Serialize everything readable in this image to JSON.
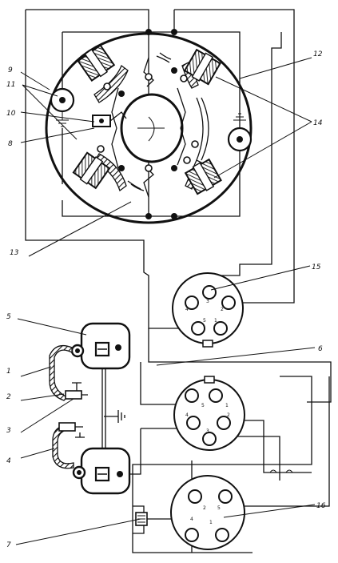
{
  "labels": {
    "l1": "1",
    "l2": "2",
    "l3": "3",
    "l4": "4",
    "l5": "5",
    "l6": "6",
    "l7": "7",
    "l8": "8",
    "l9": "9",
    "l10": "10",
    "l11": "11",
    "l12": "12",
    "l13": "13",
    "l14": "14",
    "l15": "15",
    "l16": "16"
  },
  "connectors": {
    "c15": [
      "4",
      "3",
      "2",
      "5",
      "1"
    ],
    "mid": [
      "5",
      "1",
      "2",
      "4",
      "3"
    ],
    "c16": [
      "2",
      "1",
      "5",
      "4"
    ]
  }
}
